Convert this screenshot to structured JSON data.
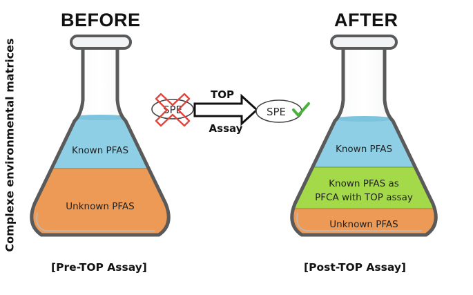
{
  "side_label": "Complexe environmental matrices",
  "before": {
    "heading": "BEFORE",
    "caption": "[Pre-TOP Assay]",
    "layers": [
      "Known PFAS",
      "Unknown PFAS"
    ]
  },
  "after": {
    "heading": "AFTER",
    "caption": "[Post-TOP Assay]",
    "layers": [
      "Known PFAS",
      "Known PFAS as",
      "PFCA with TOP assay",
      "Unknown PFAS"
    ]
  },
  "process": {
    "left_badge": "SPE",
    "right_badge": "SPE",
    "arrow_label_top": "TOP",
    "arrow_label_bottom": "Assay"
  },
  "colors": {
    "known_layer": "#8ecfe6",
    "converted_layer": "#a4d94a",
    "unknown_layer": "#ec9a55",
    "glass_stroke": "#5a5a5a",
    "cross": "#e0443c",
    "check": "#4bb03e"
  }
}
